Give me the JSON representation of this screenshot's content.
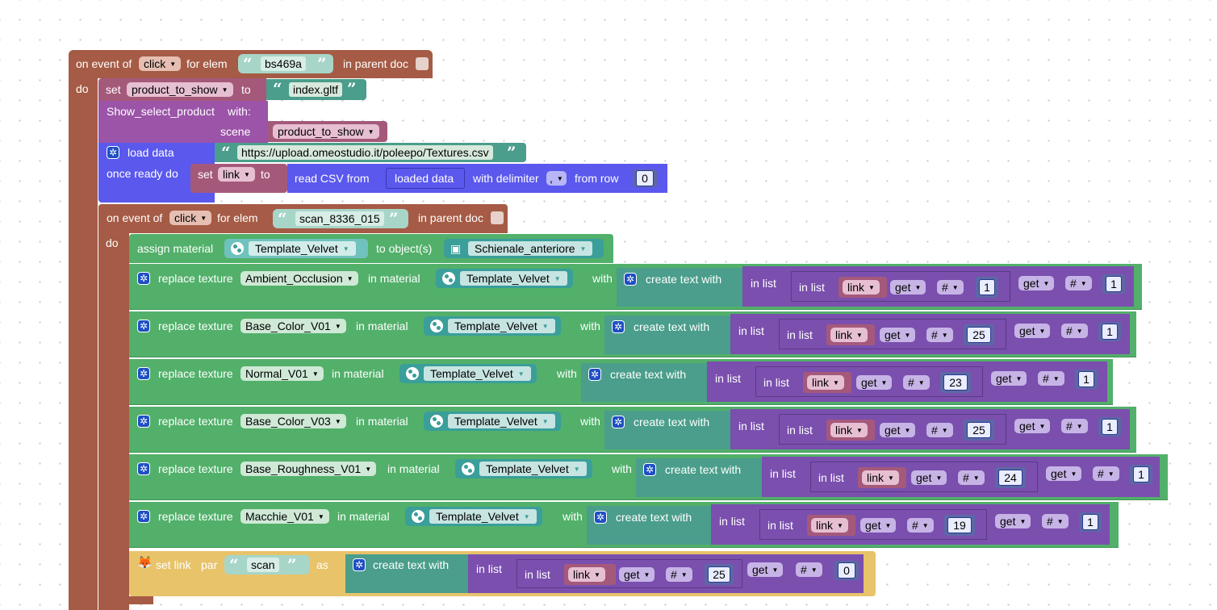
{
  "colors": {
    "event": "#a55b45",
    "variable": "#a5597a",
    "procedure": "#9b54a8",
    "data": "#5b58ee",
    "texture": "#52b06a",
    "text": "#4a9e8b",
    "list": "#7a4fae",
    "math": "#5c68a6",
    "custom": "#e8c36a"
  },
  "outer_event": {
    "label_on_event": "on event of",
    "event": "click",
    "label_for_elem": "for elem",
    "elem": "bs469a",
    "label_in_parent": "in parent doc",
    "label_do": "do"
  },
  "set_product": {
    "label_set": "set",
    "variable": "product_to_show",
    "label_to": "to",
    "value": "index.gltf"
  },
  "show_select": {
    "label": "Show_select_product",
    "label_with": "with:",
    "param": "scene",
    "value": "product_to_show"
  },
  "load_data": {
    "icon": "gear-icon",
    "label": "load data",
    "url": "https://upload.omeostudio.it/poleepo/Textures.csv",
    "label_once": "once ready do",
    "label_set": "set",
    "variable": "link",
    "label_to": "to",
    "label_read": "read CSV from",
    "source": "loaded data",
    "label_delim": "with delimiter",
    "delimiter": ",",
    "label_from_row": "from row",
    "from_row": "0"
  },
  "inner_event": {
    "label_on_event": "on event of",
    "event": "click",
    "label_for_elem": "for elem",
    "elem": "scan_8336_015",
    "label_in_parent": "in parent doc",
    "label_do": "do"
  },
  "assign_material": {
    "label": "assign material",
    "material": "Template_Velvet",
    "label_to_objects": "to object(s)",
    "object": "Schienale_anteriore"
  },
  "common_labels": {
    "replace_texture": "replace texture",
    "in_material": "in material",
    "with": "with",
    "create_text": "create text with",
    "in_list": "in list",
    "get": "get",
    "hash": "#"
  },
  "replace_rows": [
    {
      "texture": "Ambient_Occlusion",
      "material": "Template_Velvet",
      "list": "link",
      "index": "1",
      "index2": "1"
    },
    {
      "texture": "Base_Color_V01",
      "material": "Template_Velvet",
      "list": "link",
      "index": "25",
      "index2": "1"
    },
    {
      "texture": "Normal_V01",
      "material": "Template_Velvet",
      "list": "link",
      "index": "23",
      "index2": "1"
    },
    {
      "texture": "Base_Color_V03",
      "material": "Template_Velvet",
      "list": "link",
      "index": "25",
      "index2": "1"
    },
    {
      "texture": "Base_Roughness_V01",
      "material": "Template_Velvet",
      "list": "link",
      "index": "24",
      "index2": "1"
    },
    {
      "texture": "Macchie_V01",
      "material": "Template_Velvet",
      "list": "link",
      "index": "19",
      "index2": "1"
    }
  ],
  "set_link": {
    "label": "set link",
    "label_par": "par",
    "param": "scan",
    "label_as": "as",
    "label_create": "create text with",
    "label_in_list": "in list",
    "list": "link",
    "label_get": "get",
    "label_hash": "#",
    "index": "25",
    "index2": "0"
  }
}
